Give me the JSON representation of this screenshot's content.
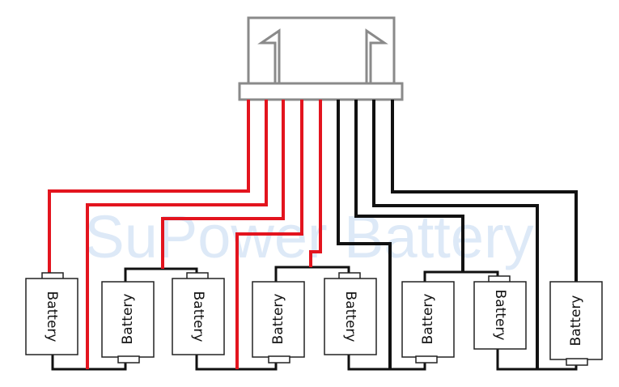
{
  "watermark": "SuPower Battery",
  "colors": {
    "positive_wire": "#e3141e",
    "negative_wire": "#111111",
    "connector": "#8a8a8a",
    "battery_outline": "#222222",
    "watermark": "#dde9f7"
  },
  "connector": {
    "name": "balance-connector",
    "pin_count": 9
  },
  "batteries": [
    {
      "label": "Battery",
      "orientation": "upright"
    },
    {
      "label": "Battery",
      "orientation": "inverted"
    },
    {
      "label": "Battery",
      "orientation": "upright"
    },
    {
      "label": "Battery",
      "orientation": "inverted"
    },
    {
      "label": "Battery",
      "orientation": "upright"
    },
    {
      "label": "Battery",
      "orientation": "inverted"
    },
    {
      "label": "Battery",
      "orientation": "upright"
    },
    {
      "label": "Battery",
      "orientation": "inverted"
    }
  ]
}
